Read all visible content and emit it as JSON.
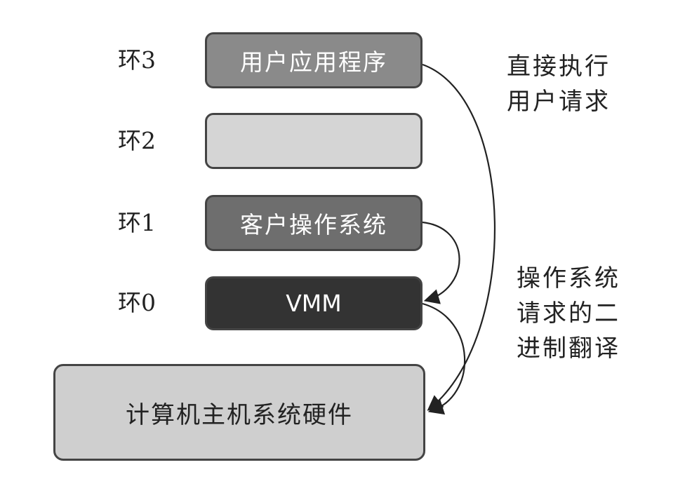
{
  "rings": [
    {
      "label": "环3",
      "content": "用户应用程序"
    },
    {
      "label": "环2",
      "content": ""
    },
    {
      "label": "环1",
      "content": "客户操作系统"
    },
    {
      "label": "环0",
      "content": "VMM"
    }
  ],
  "hardware": "计算机主机系统硬件",
  "annotations": {
    "direct": [
      "直接执行",
      "用户请求"
    ],
    "binary": [
      "操作系统",
      "请求的二",
      "进制翻译"
    ]
  }
}
